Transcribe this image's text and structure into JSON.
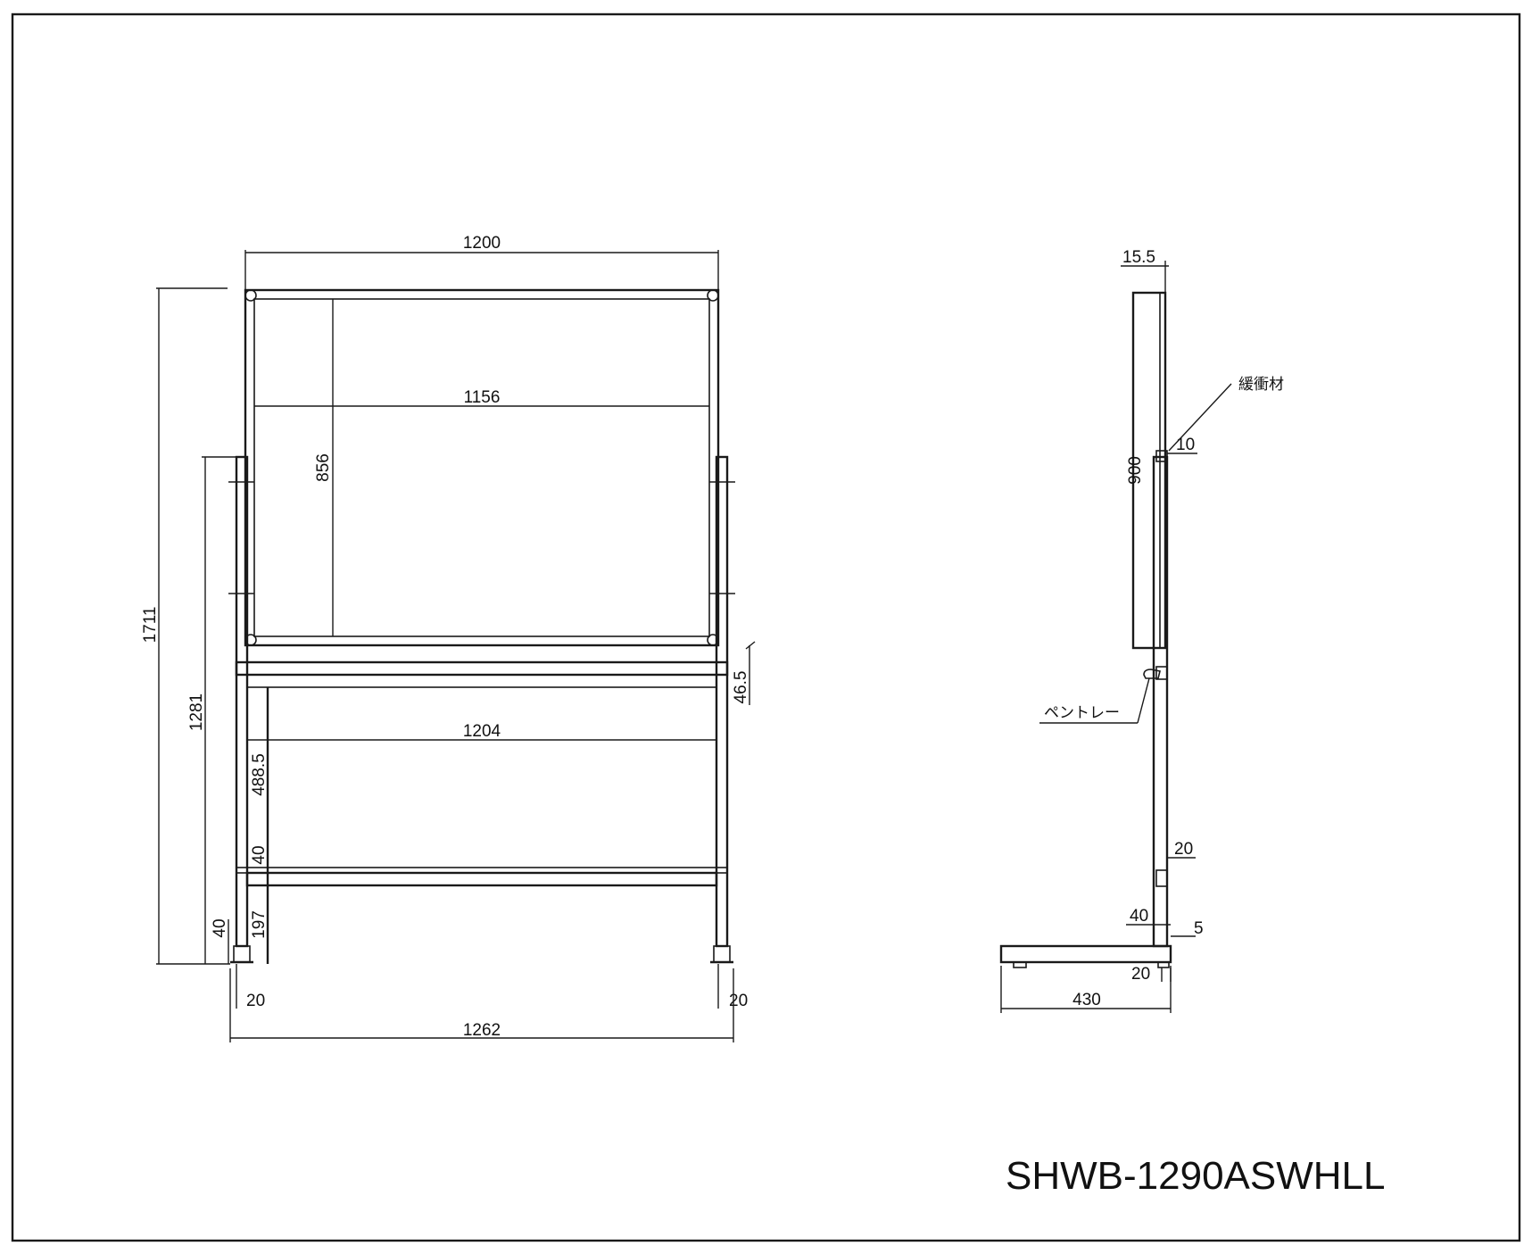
{
  "model": "SHWB-1290ASWHLL",
  "front_view": {
    "dims": {
      "overall_width": "1200",
      "board_inner_width": "1156",
      "board_height": "856",
      "overall_height": "1711",
      "stand_height": "1281",
      "tray_gap": "46.5",
      "tray_width": "1204",
      "leg_height_upper": "488.5",
      "bar_height": "40",
      "bottom_gap": "197",
      "foot_height": "40",
      "foot_left": "20",
      "foot_right": "20",
      "base_width": "1262"
    }
  },
  "side_view": {
    "dims": {
      "board_depth": "15.5",
      "board_height": "900",
      "cushion": "10",
      "bracket": "20",
      "foot_height": "40",
      "caster_gap": "5",
      "caster_width": "20",
      "base_depth": "430"
    },
    "labels": {
      "cushion_material": "緩衝材",
      "pen_tray": "ペントレー"
    }
  }
}
